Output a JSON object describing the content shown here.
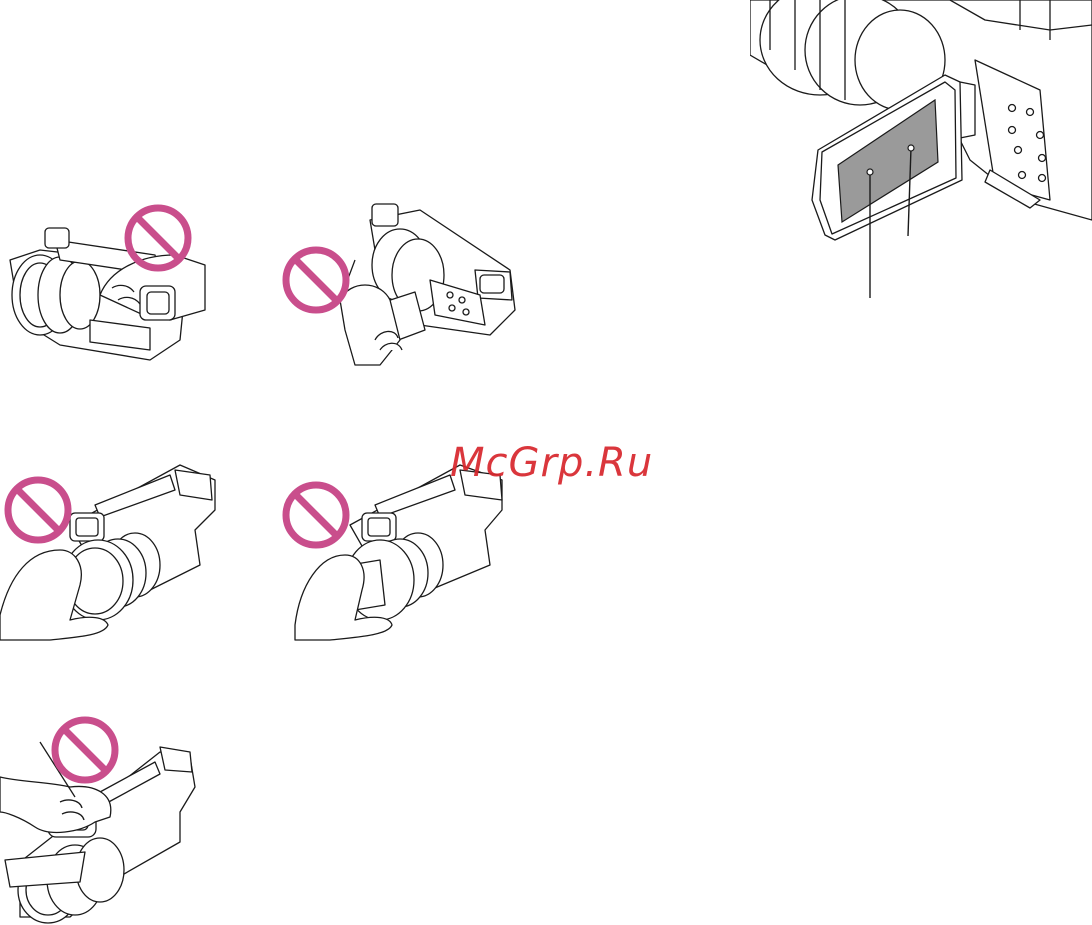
{
  "page": {
    "watermark": "McGrp.Ru",
    "colors": {
      "prohibition": "#c94e8c",
      "line": "#1a1a1a",
      "lcd_screen": "#9a9a9a",
      "body_fill": "#ffffff",
      "watermark": "#d7262c"
    },
    "illustrations": [
      {
        "id": "lcd-panel-detail",
        "icon": "lcd-panel-callout",
        "prohibited": false
      },
      {
        "id": "hold-by-viewfinder",
        "icon": "prohibition-icon",
        "prohibited": true
      },
      {
        "id": "hold-by-lcd-panel",
        "icon": "prohibition-icon",
        "prohibited": true
      },
      {
        "id": "hold-by-lens-hood",
        "icon": "prohibition-icon",
        "prohibited": true
      },
      {
        "id": "hold-by-lens-cap",
        "icon": "prohibition-icon",
        "prohibited": true
      },
      {
        "id": "hold-by-microphone",
        "icon": "prohibition-icon",
        "prohibited": true
      }
    ]
  }
}
